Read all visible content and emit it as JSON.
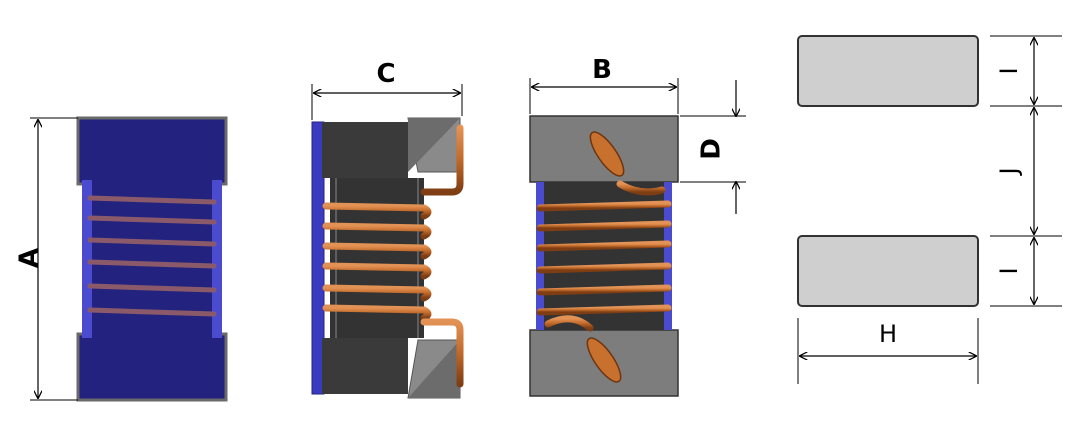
{
  "labels": {
    "A": "A",
    "B": "B",
    "C": "C",
    "D": "D",
    "H": "H",
    "I_top": "I",
    "I_bottom": "I",
    "J": "J"
  },
  "colors": {
    "core_blue": "#23237f",
    "core_blue_edge": "#5353d9",
    "core_dark": "#3a3a3a",
    "pad_gray": "#7d7d7d",
    "land_gray": "#cfcfcf",
    "copper": "#c0692a",
    "copper_dark": "#8a4517"
  }
}
